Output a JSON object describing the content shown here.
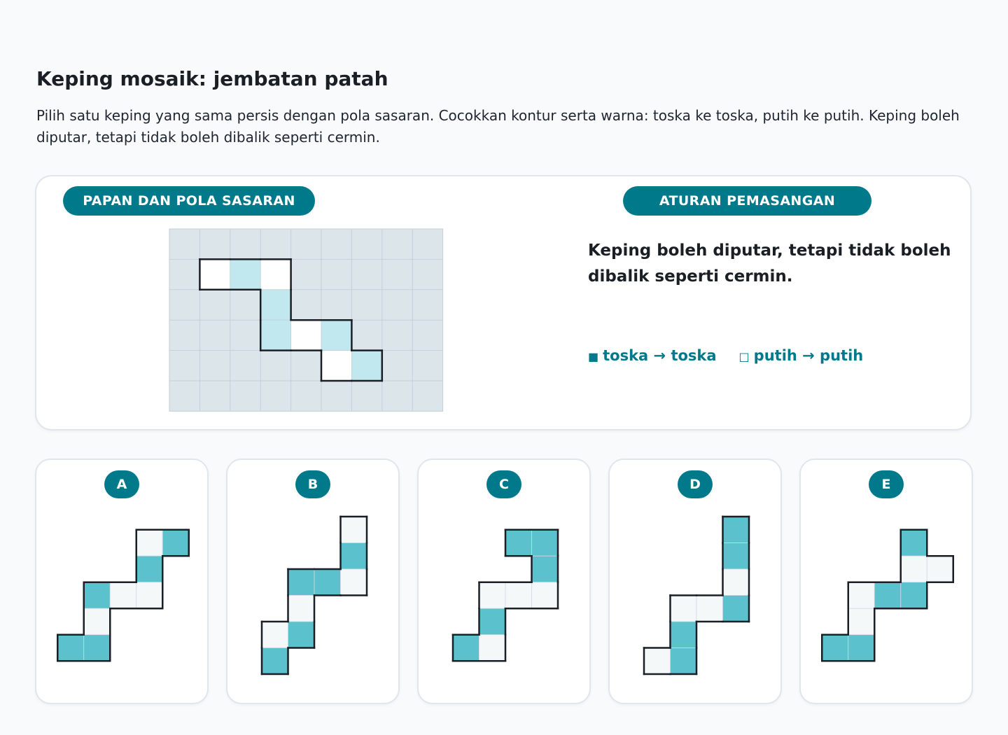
{
  "page": {
    "title": "Keping mosaik: jembatan patah",
    "instructions": "Pilih satu keping yang sama persis dengan pola sasaran. Cocokkan kontur serta warna: toska ke toska, putih ke putih. Keping boleh diputar, tetapi tidak boleh dibalik seperti cermin."
  },
  "board_panel": {
    "label": "PAPAN DAN POLA SASARAN",
    "grid_cols": 9,
    "grid_rows": 6,
    "target_cells": [
      {
        "col": 1,
        "row": 1,
        "color": "white"
      },
      {
        "col": 2,
        "row": 1,
        "color": "teal"
      },
      {
        "col": 3,
        "row": 1,
        "color": "white"
      },
      {
        "col": 3,
        "row": 2,
        "color": "teal"
      },
      {
        "col": 3,
        "row": 3,
        "color": "teal"
      },
      {
        "col": 4,
        "row": 3,
        "color": "white"
      },
      {
        "col": 5,
        "row": 3,
        "color": "teal"
      },
      {
        "col": 5,
        "row": 4,
        "color": "white"
      },
      {
        "col": 6,
        "row": 4,
        "color": "teal"
      }
    ]
  },
  "rules_panel": {
    "label": "ATURAN PEMASANGAN",
    "rule": "Keping boleh diputar, tetapi tidak boleh dibalik seperti cermin.",
    "legend_teal": "toska → toska",
    "legend_white": "putih → putih",
    "legend_teal_icon": "■",
    "legend_white_icon": "□"
  },
  "colors": {
    "accent": "#007a8a",
    "board_bg": "#dce6ea",
    "target_teal": "#c0e8ee",
    "piece_teal": "#5bc1cd",
    "piece_white": "#f5f8f9"
  },
  "options": [
    {
      "letter": "A",
      "cells": [
        [
          3,
          0,
          "white"
        ],
        [
          4,
          0,
          "teal"
        ],
        [
          3,
          1,
          "teal"
        ],
        [
          1,
          2,
          "teal"
        ],
        [
          2,
          2,
          "white"
        ],
        [
          3,
          2,
          "white"
        ],
        [
          1,
          3,
          "white"
        ],
        [
          0,
          4,
          "teal"
        ],
        [
          1,
          4,
          "teal"
        ]
      ]
    },
    {
      "letter": "B",
      "cells": [
        [
          3,
          0,
          "white"
        ],
        [
          3,
          1,
          "teal"
        ],
        [
          1,
          2,
          "teal"
        ],
        [
          2,
          2,
          "teal"
        ],
        [
          3,
          2,
          "white"
        ],
        [
          1,
          3,
          "white"
        ],
        [
          0,
          4,
          "white"
        ],
        [
          1,
          4,
          "teal"
        ],
        [
          0,
          5,
          "teal"
        ]
      ]
    },
    {
      "letter": "C",
      "cells": [
        [
          2,
          0,
          "teal"
        ],
        [
          3,
          0,
          "teal"
        ],
        [
          3,
          1,
          "teal"
        ],
        [
          1,
          2,
          "white"
        ],
        [
          2,
          2,
          "white"
        ],
        [
          3,
          2,
          "white"
        ],
        [
          1,
          3,
          "teal"
        ],
        [
          0,
          4,
          "teal"
        ],
        [
          1,
          4,
          "white"
        ]
      ]
    },
    {
      "letter": "D",
      "cells": [
        [
          3,
          0,
          "teal"
        ],
        [
          3,
          1,
          "teal"
        ],
        [
          3,
          2,
          "white"
        ],
        [
          1,
          3,
          "white"
        ],
        [
          2,
          3,
          "white"
        ],
        [
          3,
          3,
          "teal"
        ],
        [
          1,
          4,
          "teal"
        ],
        [
          0,
          5,
          "white"
        ],
        [
          1,
          5,
          "teal"
        ]
      ]
    },
    {
      "letter": "E",
      "cells": [
        [
          3,
          0,
          "teal"
        ],
        [
          3,
          1,
          "white"
        ],
        [
          4,
          1,
          "white"
        ],
        [
          1,
          2,
          "white"
        ],
        [
          2,
          2,
          "teal"
        ],
        [
          3,
          2,
          "teal"
        ],
        [
          1,
          3,
          "white"
        ],
        [
          0,
          4,
          "teal"
        ],
        [
          1,
          4,
          "teal"
        ]
      ]
    }
  ]
}
